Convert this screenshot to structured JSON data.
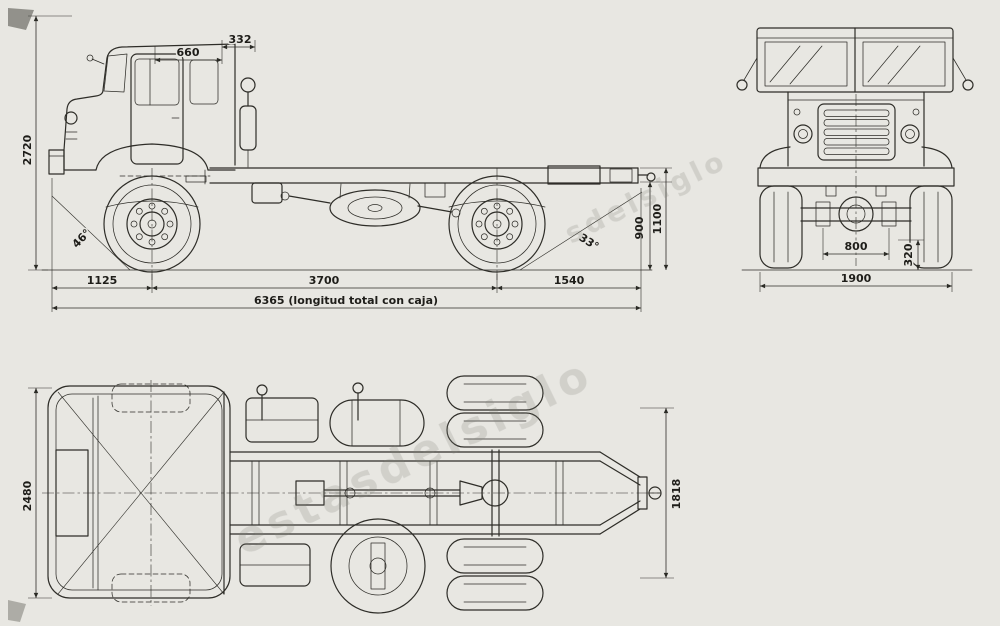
{
  "watermark": {
    "primary": "estasdelsiglo",
    "secondary": "sdelsiglo"
  },
  "side_view": {
    "labels": {
      "roof_width": "660",
      "roof_offset": "332",
      "overall_height": "2720",
      "approach_angle": "46°",
      "departure_angle": "33°",
      "frame_height": "900",
      "chassis_height": "1100",
      "front_overhang": "1125",
      "wheelbase": "3700",
      "rear_overhang": "1540",
      "overall_length": "6365 (longitud total con caja)"
    }
  },
  "front_view": {
    "labels": {
      "spring_track": "800",
      "ground_clearance": "320",
      "overall_width": "1900"
    }
  },
  "top_view": {
    "labels": {
      "cab_width": "2480",
      "rear_frame_width": "1818"
    }
  }
}
